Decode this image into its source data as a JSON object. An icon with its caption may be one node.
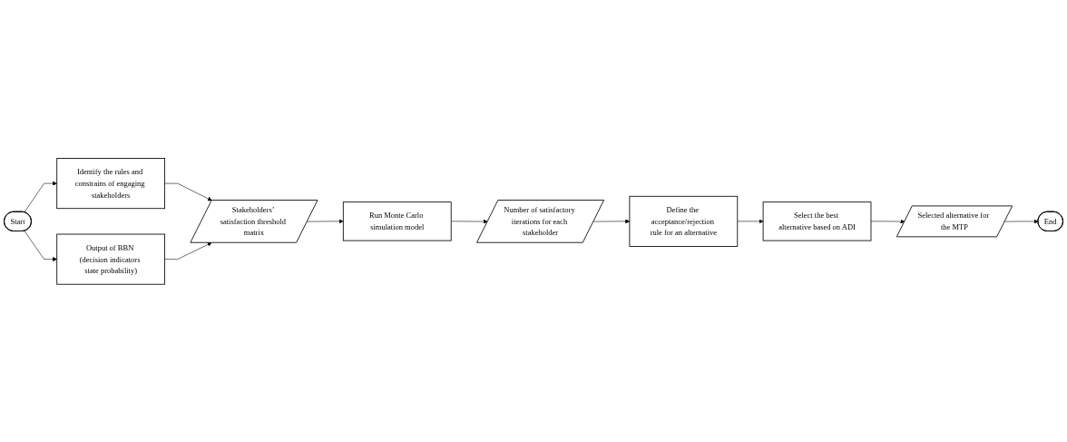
{
  "diagram": {
    "nodes": [
      {
        "text": [
          "Start"
        ]
      },
      {
        "text": [
          "Identify the rules and constrains of engaging stakeholders"
        ]
      },
      {
        "text": [
          "Output of BBN (decision indicators state probability)"
        ]
      },
      {
        "text": [
          "Stakeholders’ satisfaction threshold matrix"
        ]
      },
      {
        "text": [
          "Run Monte Carlo simulation model"
        ]
      },
      {
        "text": [
          "Number of satisfactory iterations for each stakeholder"
        ]
      },
      {
        "text": [
          "Define the acceptance/rejection rule for an alternative"
        ]
      },
      {
        "text": [
          "Select the best alternative based on ADI"
        ]
      },
      {
        "text": [
          "Selected alternative for the MTP"
        ]
      },
      {
        "text": [
          "End"
        ]
      }
    ],
    "edges": [
      {
        "from": 0,
        "to": 1,
        "arrow": "to"
      },
      {
        "from": 0,
        "to": 2,
        "arrow": "to"
      },
      {
        "from": 1,
        "to": 3,
        "arrow": "to"
      },
      {
        "from": 2,
        "to": 3,
        "arrow": "to"
      },
      {
        "from": 3,
        "to": 4,
        "arrow": "to"
      },
      {
        "from": 4,
        "to": 5,
        "arrow": "to"
      },
      {
        "from": 5,
        "to": 6,
        "arrow": "to"
      },
      {
        "from": 6,
        "to": 7,
        "arrow": "to"
      },
      {
        "from": 7,
        "to": 8,
        "arrow": "to"
      },
      {
        "from": 8,
        "to": 9,
        "arrow": "to"
      }
    ]
  }
}
